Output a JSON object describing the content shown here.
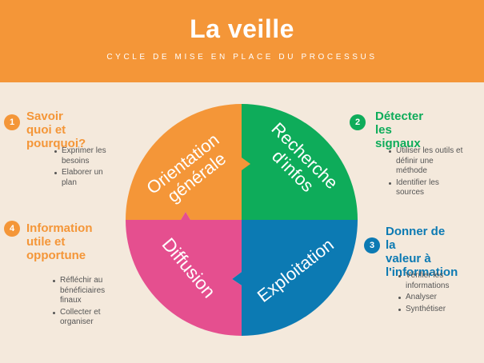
{
  "header": {
    "title": "La veille",
    "subtitle": "CYCLE DE MISE EN PLACE DU PROCESSUS"
  },
  "colors": {
    "orange": "#f49638",
    "green": "#0eac5a",
    "blue": "#0c7ab3",
    "pink": "#e54f8f"
  },
  "steps": [
    {
      "number": "1",
      "title": [
        "Savoir quoi et",
        "pourquoi?"
      ],
      "bullets": [
        [
          "Exprimer les",
          "besoins"
        ],
        [
          "Elaborer un",
          "plan"
        ]
      ]
    },
    {
      "number": "2",
      "title": [
        "Détecter les",
        "signaux"
      ],
      "bullets": [
        [
          "Utiliser les outils et",
          "définir une",
          "méthode"
        ],
        [
          "Identifier les",
          "sources"
        ]
      ]
    },
    {
      "number": "3",
      "title": [
        "Donner de la",
        "valeur à",
        "l'information"
      ],
      "bullets": [
        [
          "Vérifier les",
          "informations"
        ],
        [
          "Analyser"
        ],
        [
          "Synthétiser"
        ]
      ]
    },
    {
      "number": "4",
      "title": [
        "Information",
        "utile et",
        "opportune"
      ],
      "bullets": [
        [
          "Réfléchir au",
          "bénéficiaires",
          "finaux"
        ],
        [
          "Collecter et",
          "organiser"
        ]
      ]
    }
  ],
  "wheel": {
    "orientation": [
      "Orientation",
      "générale"
    ],
    "recherche": [
      "Recherche",
      "d'infos"
    ],
    "exploitation": "Exploitation",
    "diffusion": "Diffusion"
  }
}
